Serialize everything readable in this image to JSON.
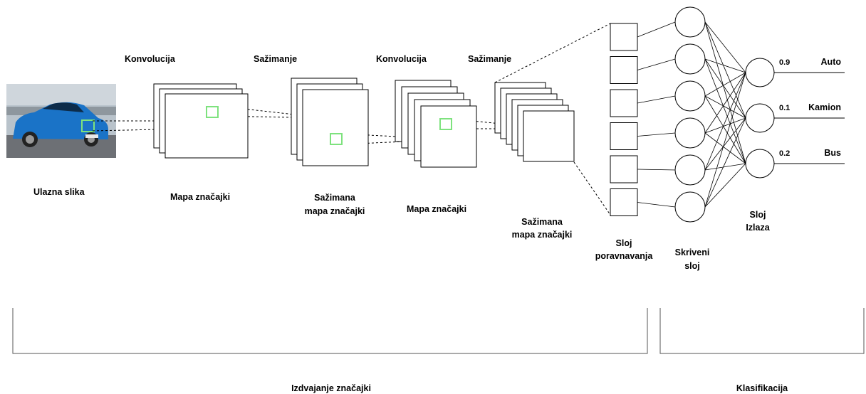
{
  "input": {
    "label": "Ulazna slika",
    "colors": {
      "car": "#1a73c7",
      "sky": "#b9c3cb",
      "ground": "#6d7075",
      "receptive_field": "#7ee27e"
    }
  },
  "stages": {
    "conv1": "Konvolucija",
    "pool1": "Sažimanje",
    "conv2": "Konvolucija",
    "pool2": "Sažimanje"
  },
  "maps": {
    "feature_map_1": "Mapa značajki",
    "pooled_map_1": [
      "Sažimana",
      "mapa značajki"
    ],
    "feature_map_2": "Mapa značajki",
    "pooled_map_2": [
      "Sažimana",
      "mapa značajki"
    ]
  },
  "flatten": {
    "label": [
      "Sloj",
      "poravnavanja"
    ],
    "count": 6
  },
  "hidden": {
    "label": [
      "Skriveni",
      "sloj"
    ],
    "count": 6
  },
  "output": {
    "label": [
      "Sloj",
      "Izlaza"
    ],
    "classes": [
      {
        "name": "Auto",
        "prob": "0.9"
      },
      {
        "name": "Kamion",
        "prob": "0.1"
      },
      {
        "name": "Bus",
        "prob": "0.2"
      }
    ]
  },
  "sections": {
    "feature_extraction": "Izdvajanje značajki",
    "classification": "Klasifikacija"
  }
}
